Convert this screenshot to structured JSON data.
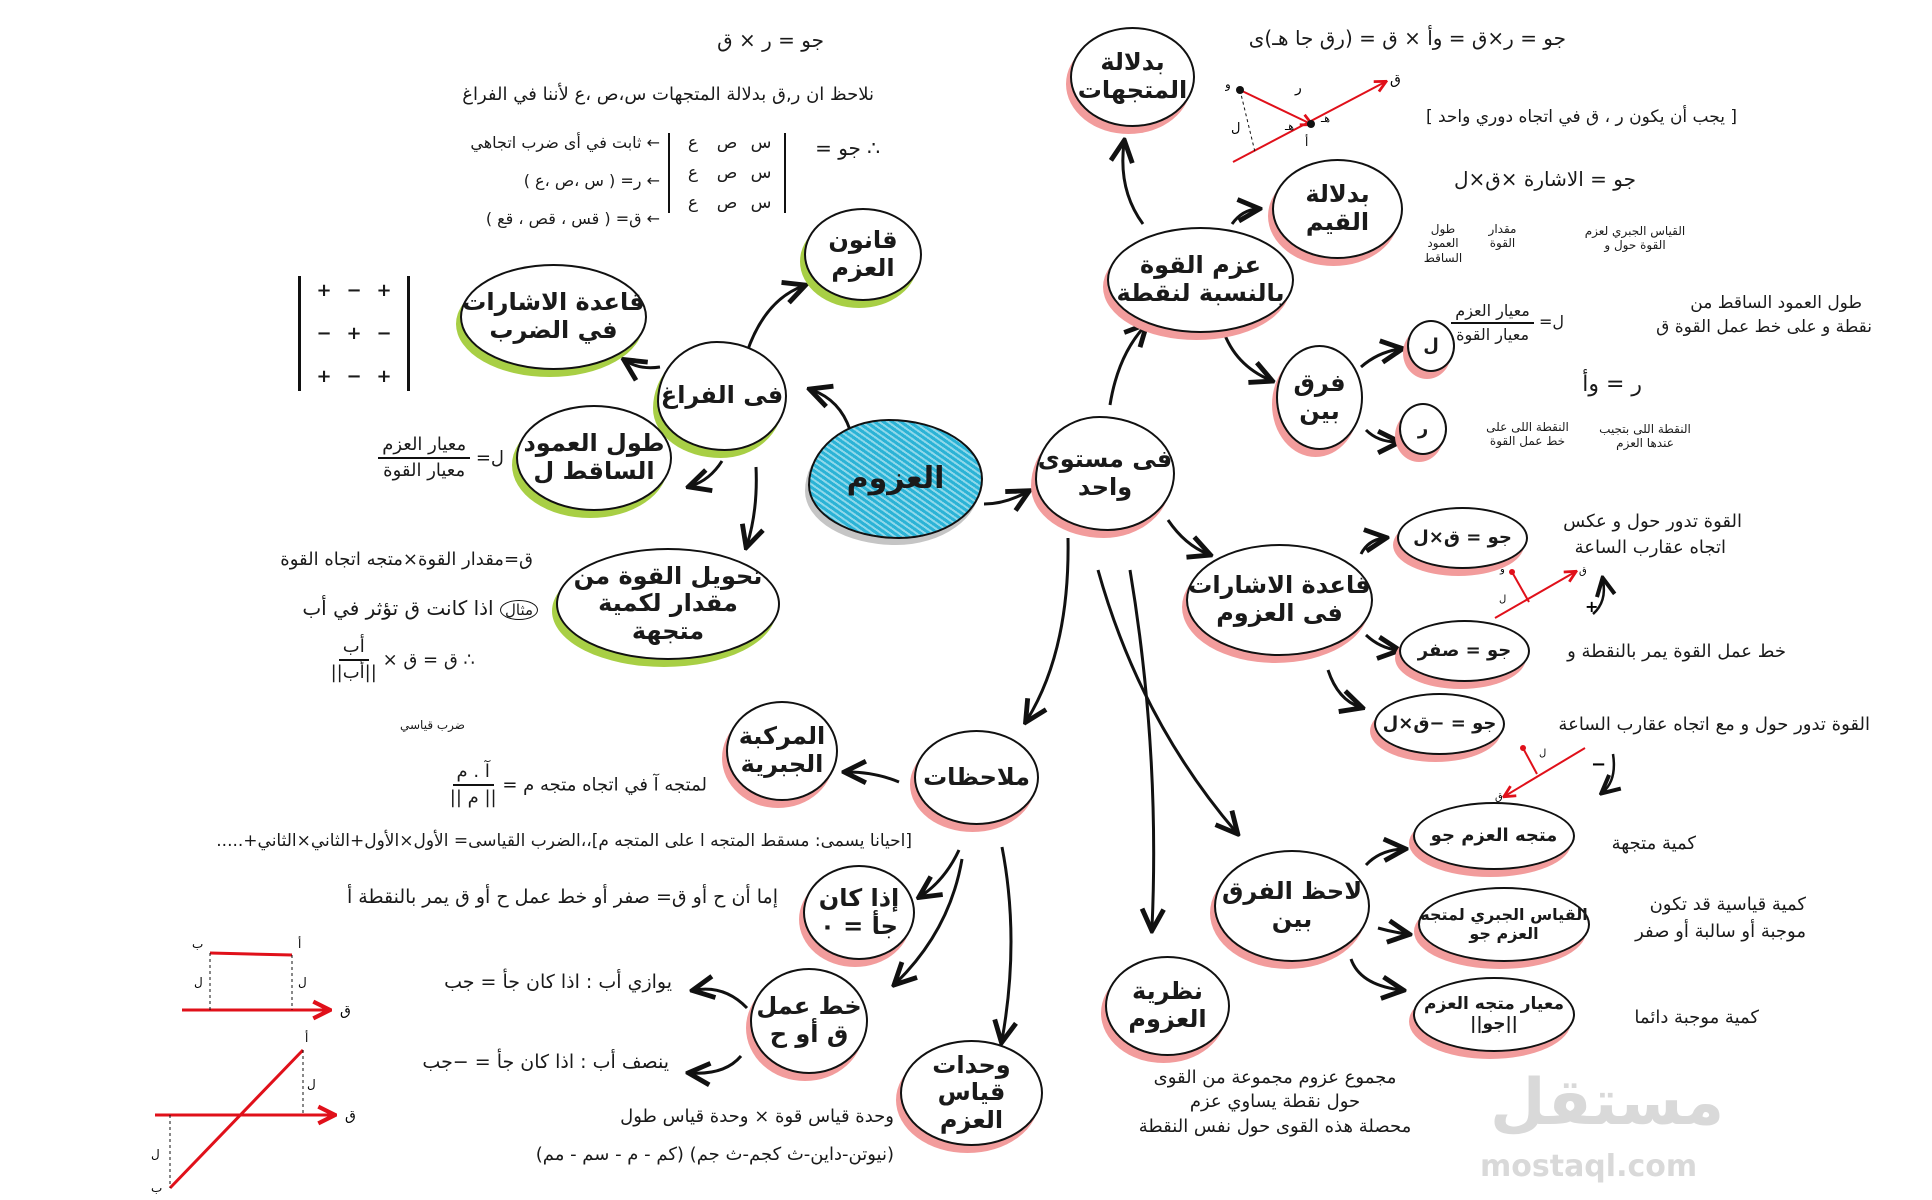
{
  "center": {
    "label": "العزوم"
  },
  "space": {
    "label": "فى الفراغ",
    "law_node": "قانون العزم",
    "signs_node": "قاعدة الاشارات في الضرب",
    "perp_node": "طول العمود الساقط ل",
    "convert_node": "تحويل القوة من مقدار لكمية متجهة",
    "formula_top": "جو = ر × ق",
    "note": "نلاحظ ان ر,ق بدلالة المتجهات س،ص ،ع لأننا في الفراغ",
    "det_prefix": "∴ جو =",
    "matrix": [
      [
        "س",
        "ص",
        "ع"
      ],
      [
        "س",
        "ص",
        "ع"
      ],
      [
        "س",
        "ص",
        "ع"
      ]
    ],
    "row_notes": [
      "← ثابت في أى ضرب اتجاهي",
      "← ر= ( س ،ص ،ع )",
      "← ق= ( قس ، قص ، قع )"
    ],
    "sign_matrix": [
      [
        "+",
        "−",
        "+"
      ],
      [
        "−",
        "+",
        "−"
      ],
      [
        "+",
        "−",
        "+"
      ]
    ],
    "perp_formula": {
      "lhs": "ل=",
      "num": "معيار العزم",
      "den": "معيار القوة"
    },
    "convert_formula": "ق=مقدار القوة×متجه اتجاه القوة",
    "example_label": "مثال",
    "example_text": "اذا كانت ق تؤثر في أب",
    "example_result": {
      "lhs": "∴ ق = ق ×",
      "num": "أب",
      "den": "||أب||"
    }
  },
  "plane": {
    "label": "فى مستوى واحد",
    "moment_node": "عزم القوة بالنسبة لنقطة",
    "vectors_node": "بدلالة المتجهات",
    "values_node": "بدلالة القيم",
    "diff_node": "فرق بين",
    "l_node": "ل",
    "r_node": "ر",
    "vec_formula": "جو = ر×ق = وأ × ق = (رق جا هـ)ى",
    "vec_condition": "[ يجب أن يكون ر ، ق في اتجاه دوري واحد ]",
    "vec_diagram": {
      "o": "و",
      "r": "ر",
      "q": "ق",
      "a": "أ",
      "h1": "هـ",
      "h2": "هـ",
      "l": "ل"
    },
    "values_formula": "جو = الاشارة ×ق×ل",
    "values_notes": [
      "طول العمود الساقط",
      "مقدار القوة",
      "القياس الجبري لعزم القوة حول و"
    ],
    "l_def": [
      "طول العمود الساقط من",
      "نقطة و على خط عمل القوة ق"
    ],
    "l_formula": {
      "lhs": "ل=",
      "num": "معيار العزم",
      "den": "معيار القوة"
    },
    "r_formula": "ر = وأ",
    "r_notes": [
      "النقطة اللى على خط عمل القوة",
      "النقطة اللى بتجيب عندها العزم"
    ],
    "sign_rule_node": "قاعدة الاشارات فى العزوم",
    "pos_node": "جو = ق×ل",
    "zero_node": "جو = صفر",
    "neg_node": "جو = −ق×ل",
    "pos_text": [
      "القوة تدور حول و عكس",
      "اتجاه عقارب الساعة"
    ],
    "zero_text": "خط عمل القوة يمر بالنقطة و",
    "neg_text": "القوة تدور حول و مع اتجاه عقارب الساعة",
    "pos_sign": "+",
    "neg_sign": "−",
    "mini": {
      "o": "و",
      "l": "ل",
      "q": "ق"
    },
    "note_diff_node": "لاحظ الفرق بين",
    "vec_moment_node": "متجه العزم جو",
    "alg_node": "القياس الجبري لمتجه العزم جو",
    "norm_node": "معيار متجه العزم ||جو||",
    "vec_moment_text": "كمية متجهة",
    "alg_text": [
      "كمية قياسية قد تكون",
      "موجبة أو سالبة أو صفر"
    ],
    "norm_text": "كمية موجبة دائما",
    "theorem_node": "نظرية العزوم",
    "theorem_text": [
      "مجموع عزوم مجموعة من القوى",
      "حول نقطة يساوي عزم",
      "محصلة هذه القوى حول نفس النقطة"
    ]
  },
  "notes": {
    "label": "ملاحظات",
    "algebraic_node": "المركبة الجبرية",
    "if_node": "إذا كان جأ = ٠",
    "line_node": "خط عمل ق أو ح",
    "units_node": "وحدات قياس العزم",
    "dot_label": "ضرب قياسي",
    "algebraic_text": "لمتجه آ في اتجاه متجه م =",
    "algebraic_frac": {
      "num": "آ . م",
      "den": "|| م ||"
    },
    "projection_text": "[احيانا يسمى: مسقط المتجه ا على المتجه م]،،الضرب القياسى= الأول×الأول+الثاني×الثاني+.....",
    "if_text": "إما أن ح أو ق= صفر أو خط عمل ح أو ق يمر بالنقطة أ",
    "parallel_text": "يوازي أب : اذا كان جأ = جب",
    "bisect_text": "ينصف أب : اذا كان جأ = −جب",
    "units_text": "وحدة قياس قوة × وحدة قياس طول",
    "units_list": "(نيوتن-داين-ث كجم-ث جم)  (كم - م - سم - مم)",
    "diag": {
      "a": "أ",
      "b": "ب",
      "l": "ل",
      "q": "ق"
    }
  },
  "watermark": {
    "ar": "مستقل",
    "en": "mostaql.com"
  },
  "colors": {
    "pink": "#f29c9c",
    "green": "#a8cf45",
    "blue": "#2bb3d6",
    "red": "#e0101a"
  }
}
